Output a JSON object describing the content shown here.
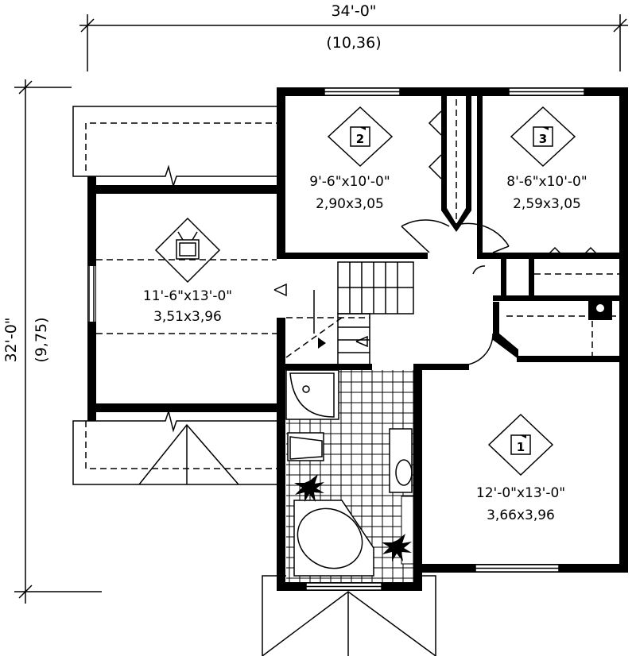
{
  "dimensions": {
    "width_imperial": "34'-0\"",
    "width_metric": "(10,36)",
    "depth_imperial": "32'-0\"",
    "depth_metric": "(9,75)"
  },
  "rooms": [
    {
      "badge": "2",
      "icon": "bedroom-icon",
      "size_imperial": "9'-6\"x10'-0\"",
      "size_metric": "2,90x3,05"
    },
    {
      "badge": "3",
      "icon": "bedroom-icon",
      "size_imperial": "8'-6\"x10'-0\"",
      "size_metric": "2,59x3,05"
    },
    {
      "badge": "",
      "icon": "tv-icon",
      "size_imperial": "11'-6\"x13'-0\"",
      "size_metric": "3,51x3,96"
    },
    {
      "badge": "1",
      "icon": "bedroom-icon",
      "size_imperial": "12'-0\"x13'-0\"",
      "size_metric": "3,66x3,96"
    }
  ]
}
